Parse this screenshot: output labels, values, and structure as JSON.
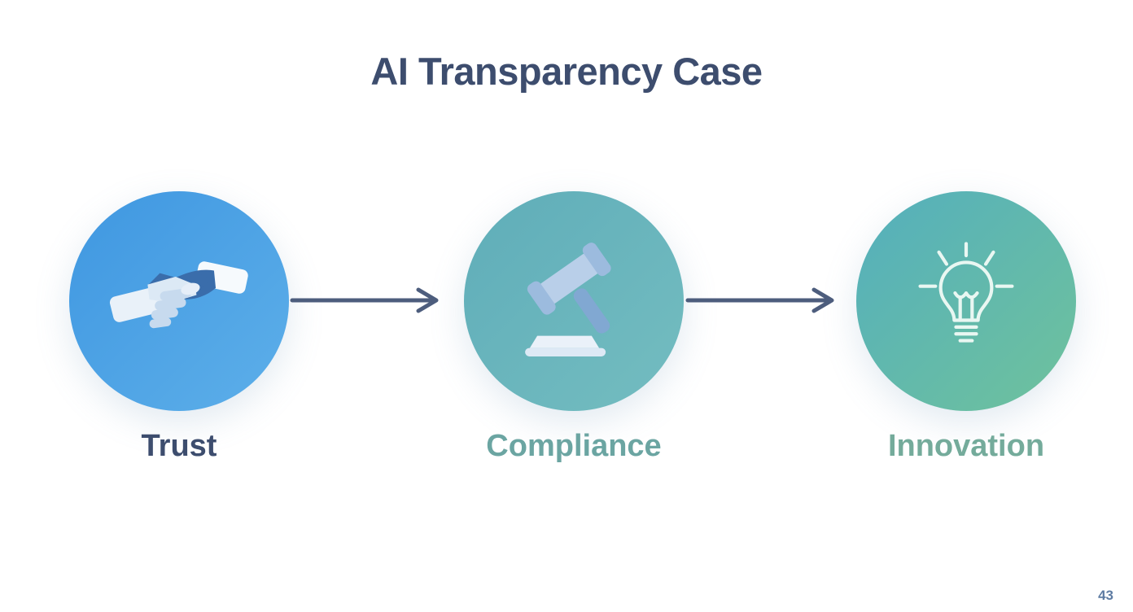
{
  "slide": {
    "title": "AI Transparency Case",
    "title_color": "#3d4d6e",
    "background": "#ffffff",
    "page_number": "43",
    "page_number_color": "#5e7ca3"
  },
  "steps": [
    {
      "label": "Trust",
      "icon": "handshake-icon",
      "colors": {
        "circle_start": "#3f97e1",
        "circle_end": "#5dafe9",
        "label": "#3d4d6e"
      }
    },
    {
      "label": "Compliance",
      "icon": "gavel-icon",
      "colors": {
        "circle_start": "#5fadb9",
        "circle_end": "#74bdc0",
        "label": "#6ba5a2"
      }
    },
    {
      "label": "Innovation",
      "icon": "lightbulb-icon",
      "colors": {
        "circle_start": "#54afbd",
        "circle_end": "#6fc29c",
        "label": "#74ab9b"
      }
    }
  ],
  "connectors": {
    "color": "#4d5d7d"
  }
}
